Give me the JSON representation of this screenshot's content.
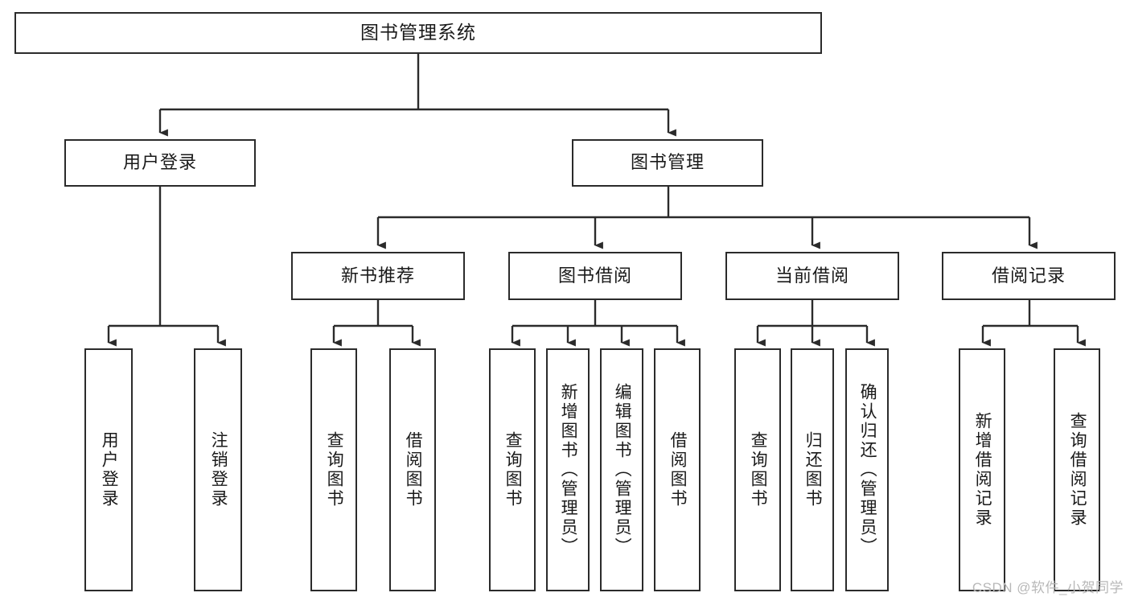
{
  "diagram": {
    "title": "图书管理系统",
    "type": "tree",
    "colors": {
      "box_border": "#2b2b2b",
      "box_fill": "#ffffff",
      "edge": "#2b2b2b",
      "text": "#1a1a1a",
      "watermark": "#b8b8b8",
      "background": "#ffffff"
    },
    "root": {
      "label": "图书管理系统"
    },
    "level2": [
      {
        "label": "用户登录"
      },
      {
        "label": "图书管理"
      }
    ],
    "level3": [
      {
        "label": "新书推荐"
      },
      {
        "label": "图书借阅"
      },
      {
        "label": "当前借阅"
      },
      {
        "label": "借阅记录"
      }
    ],
    "leaves": [
      {
        "label": "用户登录",
        "parent": "用户登录"
      },
      {
        "label": "注销登录",
        "parent": "用户登录"
      },
      {
        "label": "查询图书",
        "parent": "新书推荐"
      },
      {
        "label": "借阅图书",
        "parent": "新书推荐"
      },
      {
        "label": "查询图书",
        "parent": "图书借阅"
      },
      {
        "label": "新增图书（管理员）",
        "parent": "图书借阅"
      },
      {
        "label": "编辑图书（管理员）",
        "parent": "图书借阅"
      },
      {
        "label": "借阅图书",
        "parent": "图书借阅"
      },
      {
        "label": "查询图书",
        "parent": "当前借阅"
      },
      {
        "label": "归还图书",
        "parent": "当前借阅"
      },
      {
        "label": "确认归还（管理员）",
        "parent": "当前借阅"
      },
      {
        "label": "新增借阅记录",
        "parent": "借阅记录"
      },
      {
        "label": "查询借阅记录",
        "parent": "借阅记录"
      }
    ]
  },
  "watermark": {
    "text": "CSDN @软件_小贺同学"
  }
}
